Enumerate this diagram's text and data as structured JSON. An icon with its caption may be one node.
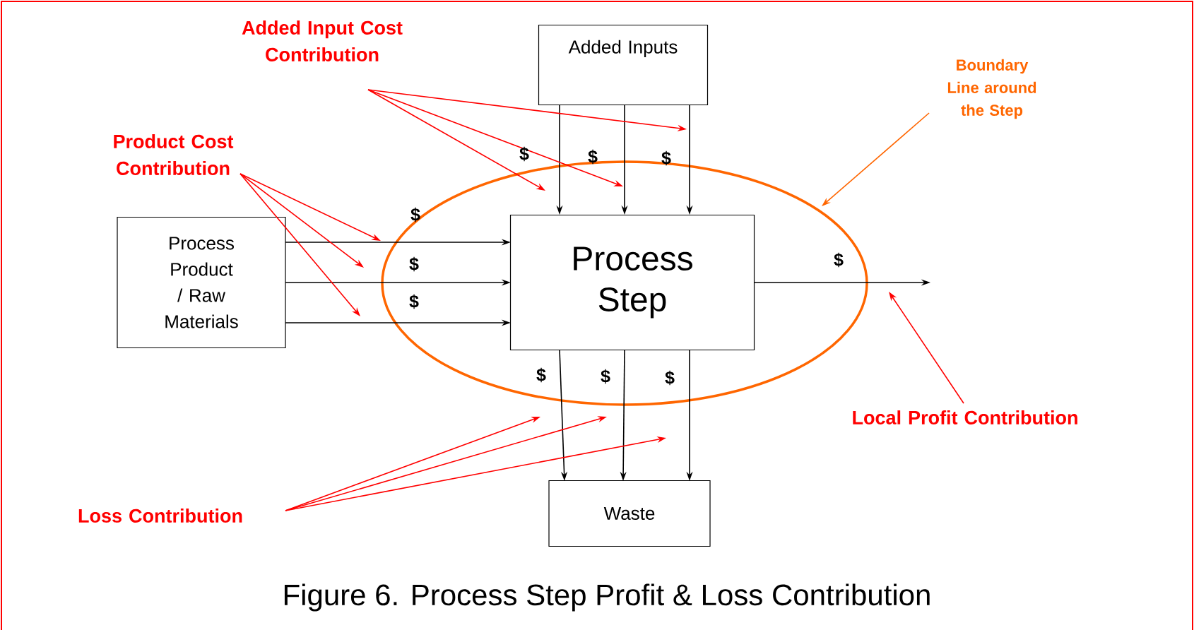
{
  "diagram": {
    "caption": "Figure 6. Process Step Profit & Loss Contribution",
    "nodes": [
      {
        "text": [
          "Added Inputs"
        ]
      },
      {
        "text": [
          "Process Product / Raw Materials"
        ]
      },
      {
        "text": [
          "Process Step"
        ]
      },
      {
        "text": [
          "Waste"
        ]
      },
      {
        "text": [
          "Added Input Cost Contribution"
        ]
      },
      {
        "text": [
          "Product Cost Contribution"
        ]
      },
      {
        "text": [
          "Boundary Line around the Step"
        ]
      },
      {
        "text": [
          "Local Profit Contribution"
        ]
      },
      {
        "text": [
          "Loss Contribution"
        ]
      }
    ],
    "edges": [
      {
        "from": 0,
        "to": 2,
        "arrow": "to"
      },
      {
        "from": 0,
        "to": 2,
        "arrow": "to"
      },
      {
        "from": 0,
        "to": 2,
        "arrow": "to"
      },
      {
        "from": 1,
        "to": 2,
        "arrow": "to"
      },
      {
        "from": 1,
        "to": 2,
        "arrow": "to"
      },
      {
        "from": 1,
        "to": 2,
        "arrow": "to"
      },
      {
        "from": 2,
        "to": 3,
        "arrow": "to"
      },
      {
        "from": 2,
        "to": 3,
        "arrow": "to"
      },
      {
        "from": 2,
        "to": 3,
        "arrow": "to"
      },
      {
        "from": 2,
        "to": null,
        "arrow": "to"
      },
      {
        "from": 4,
        "to": null,
        "arrow": "to",
        "color": "#ff0000"
      },
      {
        "from": 4,
        "to": null,
        "arrow": "to",
        "color": "#ff0000"
      },
      {
        "from": 4,
        "to": null,
        "arrow": "to",
        "color": "#ff0000"
      },
      {
        "from": 5,
        "to": null,
        "arrow": "to",
        "color": "#ff0000"
      },
      {
        "from": 5,
        "to": null,
        "arrow": "to",
        "color": "#ff0000"
      },
      {
        "from": 5,
        "to": null,
        "arrow": "to",
        "color": "#ff0000"
      },
      {
        "from": 6,
        "to": null,
        "arrow": "to",
        "color": "#ff6600"
      },
      {
        "from": 7,
        "to": null,
        "arrow": "to",
        "color": "#ff0000"
      },
      {
        "from": 8,
        "to": null,
        "arrow": "to",
        "color": "#ff0000"
      },
      {
        "from": 8,
        "to": null,
        "arrow": "to",
        "color": "#ff0000"
      },
      {
        "from": 8,
        "to": null,
        "arrow": "to",
        "color": "#ff0000"
      }
    ],
    "labels": [
      "$",
      "$",
      "$",
      "$",
      "$",
      "$",
      "$",
      "$",
      "$",
      "$"
    ]
  }
}
